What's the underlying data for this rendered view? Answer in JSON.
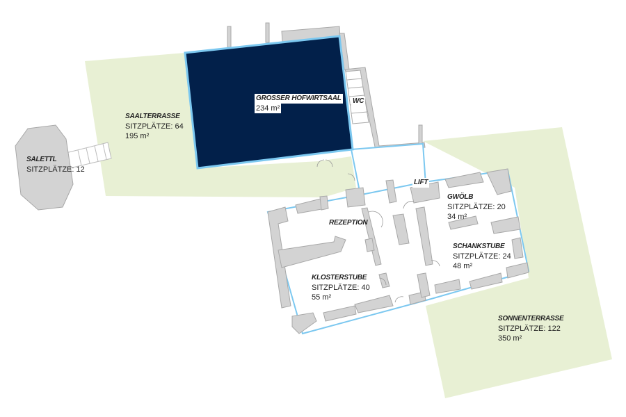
{
  "colors": {
    "terrace": "#e8f0d4",
    "hall": "#02204a",
    "window": "#7cc8f0",
    "wall": "#d3d3d3",
    "wall_stroke": "#a8a8a8"
  },
  "rooms": [
    {
      "id": "grosser-hofwirtsaal",
      "name": "GROSSER HOFWIRTSAAL",
      "area": "234 m²"
    },
    {
      "id": "saalterrasse",
      "name": "SAALTERRASSE",
      "seats": "SITZPLÄTZE: 64",
      "area": "195 m²"
    },
    {
      "id": "salettl",
      "name": "SALETTL",
      "seats": "SITZPLÄTZE: 12"
    },
    {
      "id": "wc",
      "name": "WC"
    },
    {
      "id": "lift",
      "name": "LIFT"
    },
    {
      "id": "rezeption",
      "name": "REZEPTION"
    },
    {
      "id": "gwoelb",
      "name": "GWÖLB",
      "seats": "SITZPLÄTZE: 20",
      "area": "34 m²"
    },
    {
      "id": "schankstube",
      "name": "SCHANKSTUBE",
      "seats": "SITZPLÄTZE: 24",
      "area": "48 m²"
    },
    {
      "id": "klosterstube",
      "name": "KLOSTERSTUBE",
      "seats": "SITZPLÄTZE: 40",
      "area": "55 m²"
    },
    {
      "id": "sonnenterrasse",
      "name": "SONNENTERRASSE",
      "seats": "SITZPLÄTZE: 122",
      "area": "350 m²"
    }
  ]
}
